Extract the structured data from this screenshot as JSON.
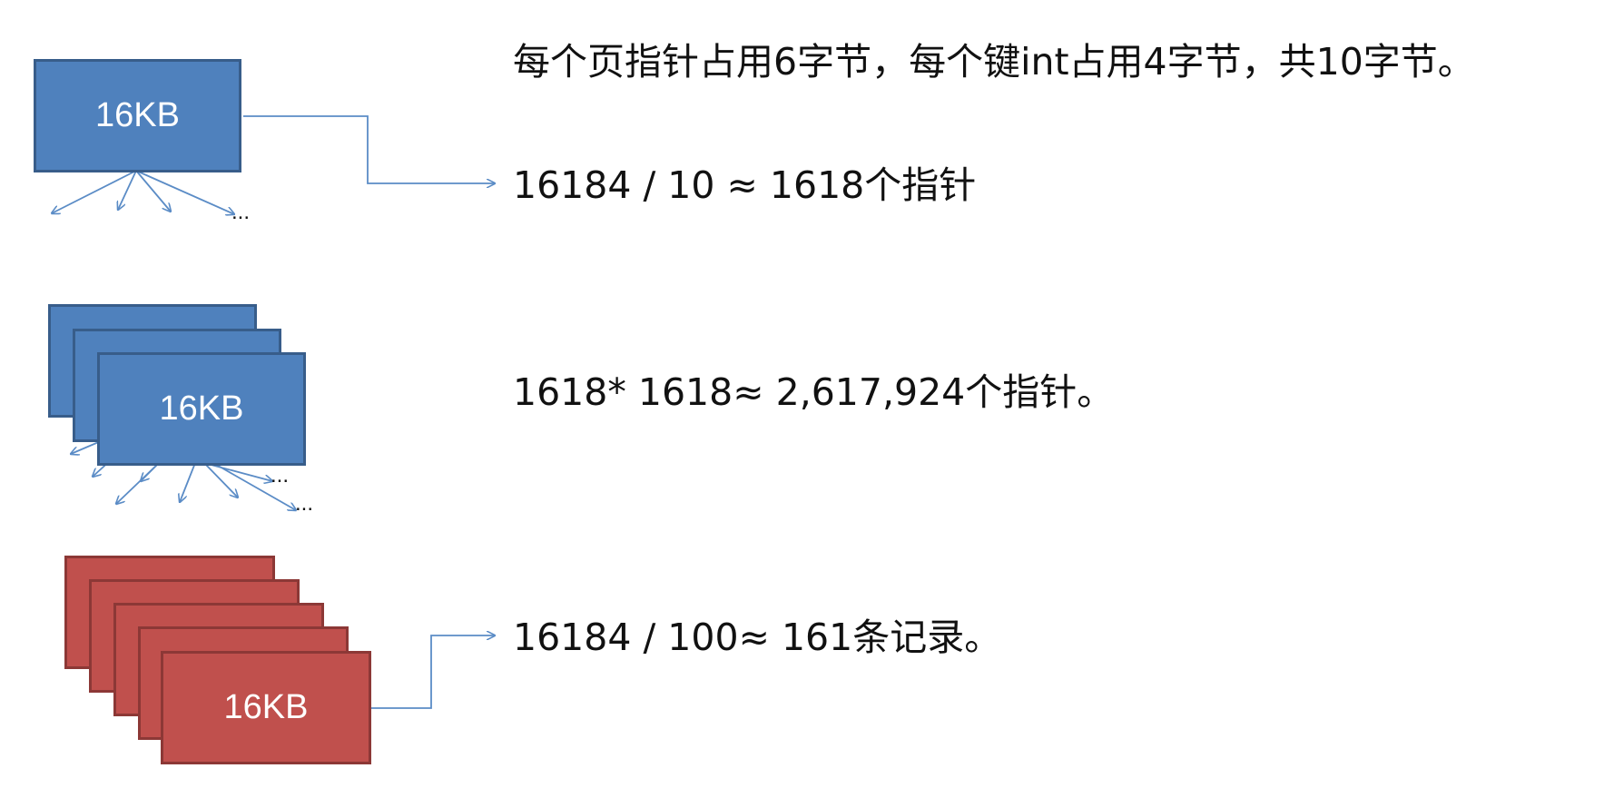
{
  "colors": {
    "index_page_fill": "#4f81bd",
    "index_page_border": "#385d8a",
    "leaf_page_fill": "#c0504d",
    "leaf_page_border": "#8c3836",
    "connector": "#5b8cc6",
    "text": "#111111"
  },
  "root_level": {
    "page_label": "16KB",
    "ellipsis": "...",
    "arrow_icon": "arrow-right-icon"
  },
  "middle_level": {
    "page_label": "16KB",
    "ellipsis_1": "...",
    "ellipsis_2": "..."
  },
  "leaf_level": {
    "page_label": "16KB",
    "arrow_icon": "arrow-right-icon"
  },
  "text": {
    "line_1": "每个页指针占用6字节，每个键int占用4字节，共10字节。",
    "line_2": "16184 / 10 ≈ 1618个指针",
    "line_3": "1618* 1618≈ 2,617,924个指针。",
    "line_4": "16184 / 100≈ 161条记录。"
  }
}
